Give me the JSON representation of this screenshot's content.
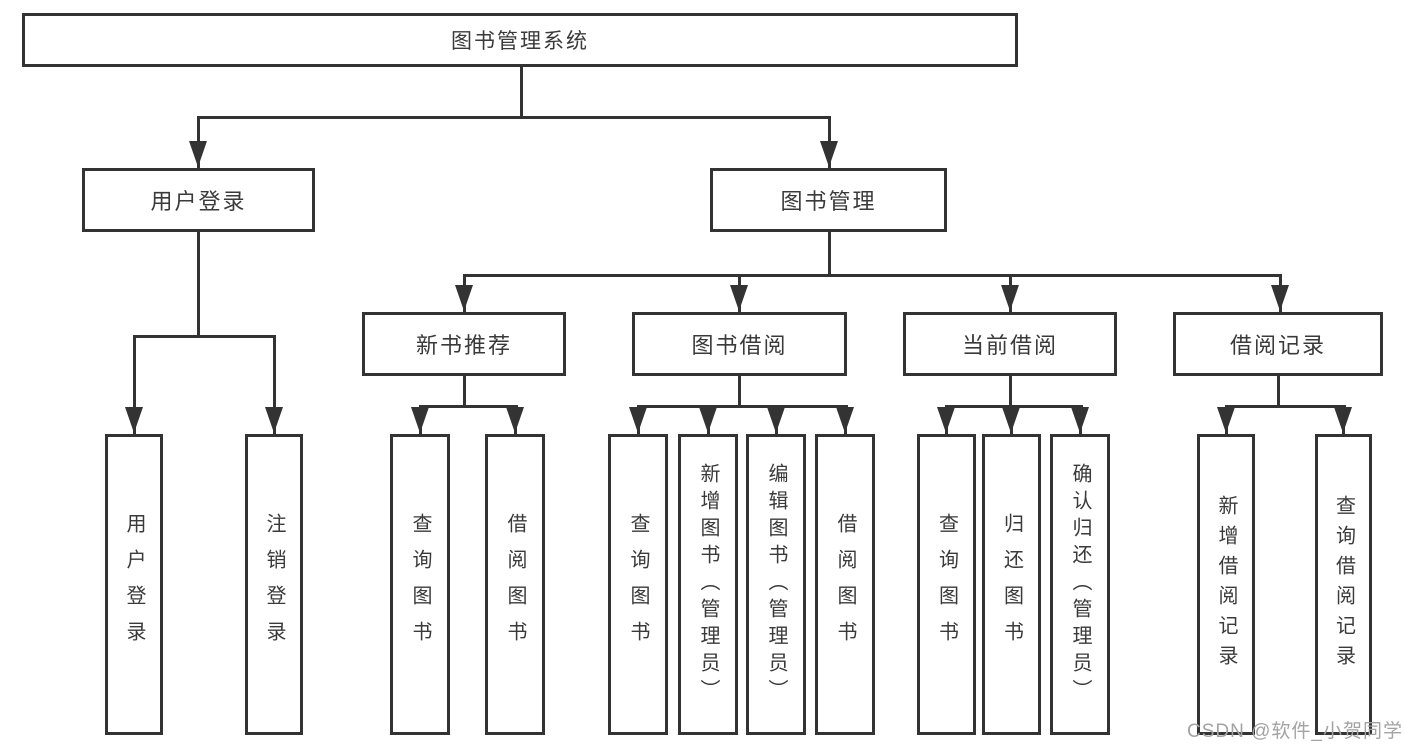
{
  "diagram": {
    "root": {
      "label": "图书管理系统"
    },
    "level2": [
      {
        "label": "用户登录"
      },
      {
        "label": "图书管理"
      }
    ],
    "level3": [
      {
        "label": "新书推荐",
        "parent": "图书管理"
      },
      {
        "label": "图书借阅",
        "parent": "图书管理"
      },
      {
        "label": "当前借阅",
        "parent": "图书管理"
      },
      {
        "label": "借阅记录",
        "parent": "图书管理"
      }
    ],
    "leaves": [
      {
        "label": "用户登录",
        "parent": "用户登录"
      },
      {
        "label": "注销登录",
        "parent": "用户登录"
      },
      {
        "label": "查询图书",
        "parent": "新书推荐"
      },
      {
        "label": "借阅图书",
        "parent": "新书推荐"
      },
      {
        "label": "查询图书",
        "parent": "图书借阅"
      },
      {
        "label": "新增图书（管理员）",
        "parent": "图书借阅"
      },
      {
        "label": "编辑图书（管理员）",
        "parent": "图书借阅"
      },
      {
        "label": "借阅图书",
        "parent": "图书借阅"
      },
      {
        "label": "查询图书",
        "parent": "当前借阅"
      },
      {
        "label": "归还图书",
        "parent": "当前借阅"
      },
      {
        "label": "确认归还（管理员）",
        "parent": "当前借阅"
      },
      {
        "label": "新增借阅记录",
        "parent": "借阅记录"
      },
      {
        "label": "查询借阅记录",
        "parent": "借阅记录"
      }
    ]
  },
  "watermark": {
    "text": "CSDN @软件_小贺同学"
  },
  "colors": {
    "line": "#333333",
    "text": "#3a3a3a",
    "watermark": "#a3a3a3",
    "background": "#ffffff"
  }
}
